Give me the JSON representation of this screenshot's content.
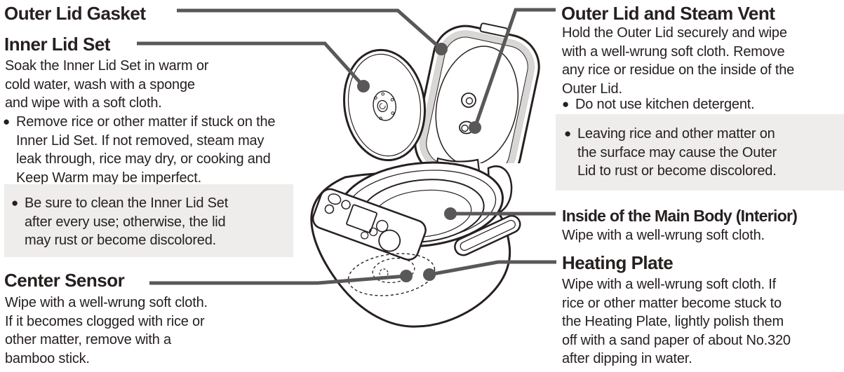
{
  "page": {
    "title": "Rice cooker cleaning diagram",
    "glyphs": {
      "bullet": "●"
    },
    "palette": {
      "ink": "#272020",
      "leader_gray": "#595757",
      "note_background": "#eeedeb",
      "gasket_gray": "#d9d7d5"
    },
    "sections": {
      "outer_lid_gasket": {
        "title": "Outer Lid Gasket"
      },
      "inner_lid_set": {
        "title": "Inner Lid Set",
        "body": "Soak the Inner Lid Set in warm or\ncold water, wash with a sponge\nand wipe with a soft cloth.",
        "bullet": "Remove rice or other matter if stuck on the\nInner Lid Set. If not removed, steam may\nleak through, rice may dry, or cooking and\nKeep Warm may be imperfect.",
        "note": "Be sure to clean the Inner Lid Set\nafter every use; otherwise, the lid\nmay rust or become discolored."
      },
      "center_sensor": {
        "title": "Center Sensor",
        "body": "Wipe with a well-wrung soft cloth.\nIf it becomes clogged with rice or\nother matter, remove with a\nbamboo stick."
      },
      "outer_lid_steam_vent": {
        "title": "Outer Lid and Steam Vent",
        "body": "Hold the Outer Lid securely and wipe\nwith a well-wrung soft cloth. Remove\nany rice or residue on the inside of the\nOuter Lid.",
        "bullet": "Do not use kitchen detergent.",
        "note": "Leaving rice and other matter on\nthe surface may cause the Outer\nLid to rust or become discolored."
      },
      "inside_main_body": {
        "title": "Inside of the Main Body (Interior)",
        "body": "Wipe with a well-wrung soft cloth."
      },
      "heating_plate": {
        "title": "Heating Plate",
        "body": "Wipe with a well-wrung soft cloth. If\nrice or other matter become stuck to\nthe Heating Plate, lightly polish them\noff with a sand paper of about No.320\nafter dipping in water."
      }
    }
  }
}
